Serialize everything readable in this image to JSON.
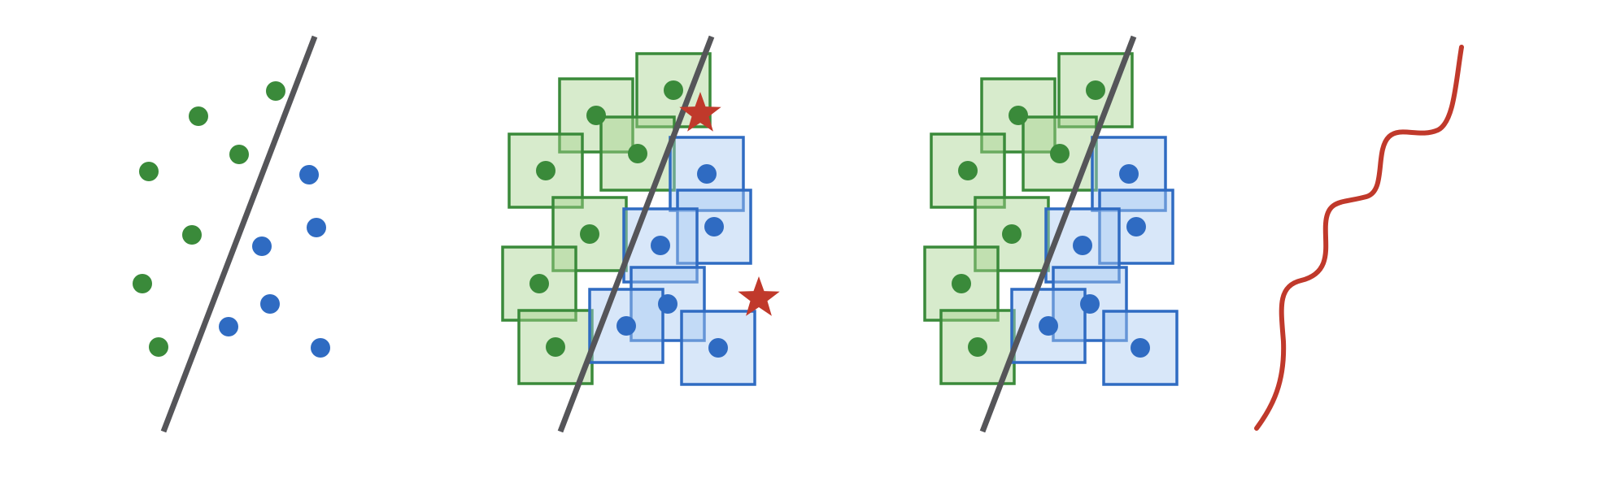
{
  "colors": {
    "background": "#ffffff",
    "green_point": "#3a8a3a",
    "blue_point": "#2f6bc2",
    "green_box_fill": "#a6d38f",
    "green_box_stroke": "#3a8a3a",
    "blue_box_fill": "#a9c9f2",
    "blue_box_stroke": "#2f6bc2",
    "boundary_line": "#555559",
    "adversarial_star": "#c0392b",
    "robust_boundary": "#c0392b"
  },
  "icons": {
    "adversarial_example": "star-icon"
  },
  "panels": [
    {
      "name": "standard-classifier",
      "shows_boxes": false,
      "shows_adversarial": false,
      "shows_robust_boundary": false
    },
    {
      "name": "perturbation-boxes",
      "shows_boxes": true,
      "shows_adversarial": true,
      "shows_robust_boundary": false
    },
    {
      "name": "robust-classifier",
      "shows_boxes": true,
      "shows_adversarial": false,
      "shows_robust_boundary": true
    }
  ]
}
